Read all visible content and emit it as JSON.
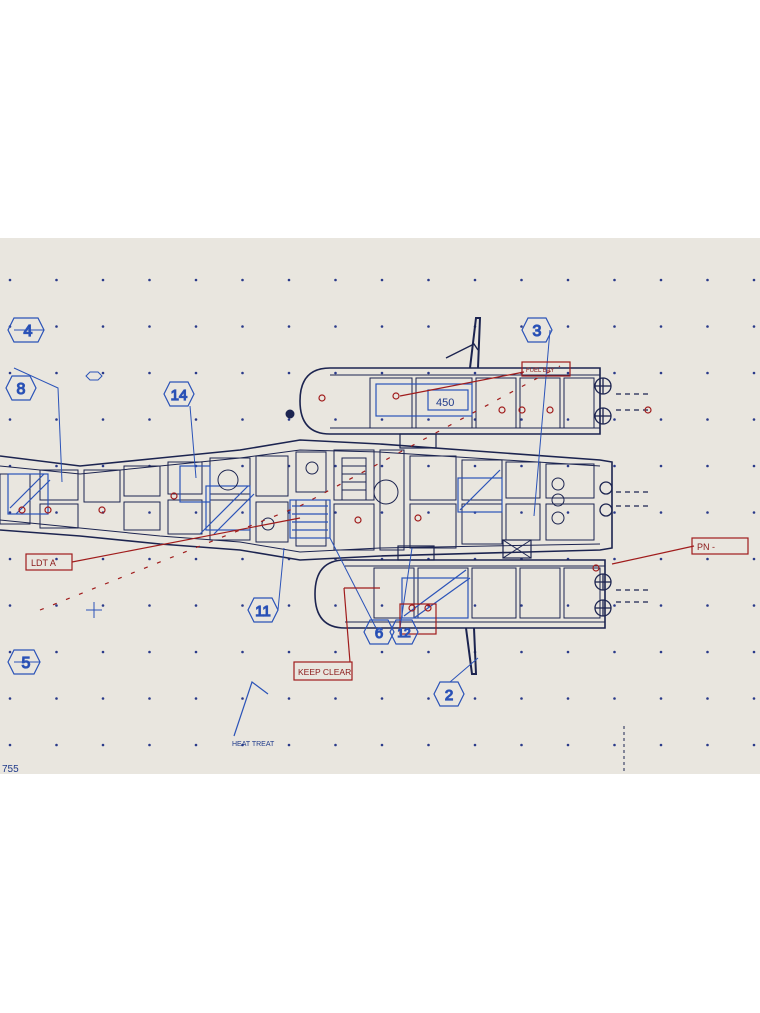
{
  "colors": {
    "paper": "#e9e6df",
    "page": "#ffffff",
    "navy": "#1c2450",
    "blue": "#2b53b8",
    "red": "#a01c1c",
    "dot": "#2a3a8a"
  },
  "callouts": {
    "c4": "4",
    "c8": "8",
    "c14": "14",
    "c3": "3",
    "c11": "11",
    "c5": "5",
    "c6": "6",
    "c12": "12",
    "c2": "2"
  },
  "labels": {
    "ldt": "LDT A",
    "pn": "PN -",
    "keep_clear": "KEEP CLEAR",
    "fuel_tag": "FUEL BAY",
    "heat_treat": "HEAT TREAT",
    "panel_number": "450",
    "sheet_ref": "755"
  },
  "icons": {
    "cross_marker": "crosshair-icon",
    "hex_marker": "hexagon-icon",
    "fan": "fan-rotor-icon"
  }
}
